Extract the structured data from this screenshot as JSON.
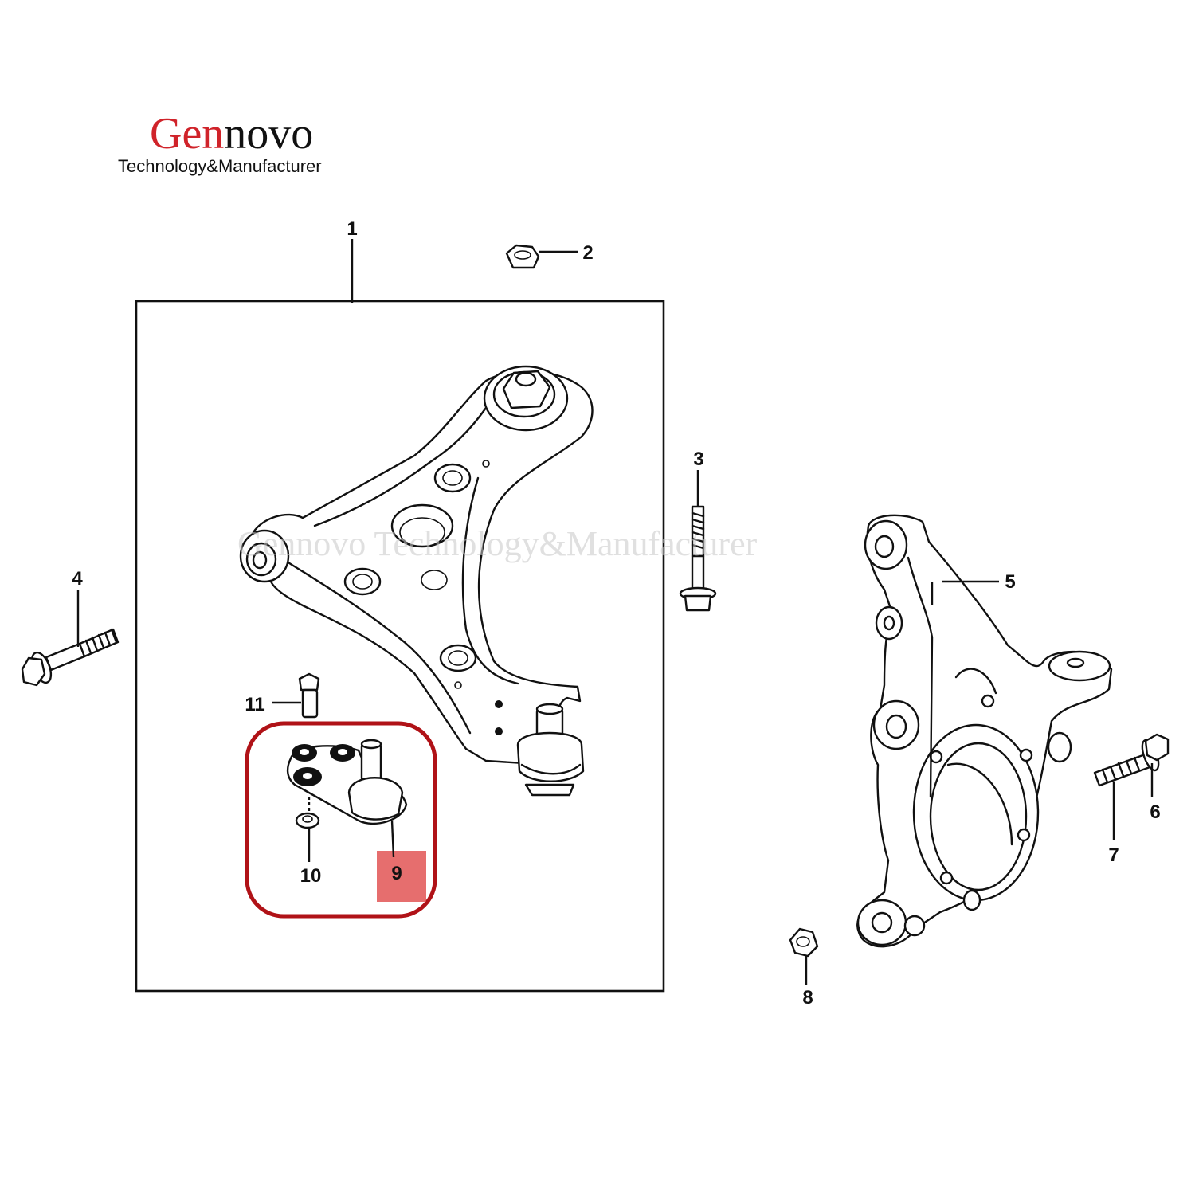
{
  "brand": {
    "name_part1": "Gen",
    "name_part2": "novo",
    "subtitle": "Technology&Manufacturer",
    "accent_color": "#d0232a"
  },
  "watermark": "Gennovo Technology&Manufacturer",
  "highlight_color": "#b01217",
  "callouts": {
    "c1": "1",
    "c2": "2",
    "c3": "3",
    "c4": "4",
    "c5": "5",
    "c6": "6",
    "c7": "7",
    "c8": "8",
    "c9": "9",
    "c10": "10",
    "c11": "11"
  }
}
